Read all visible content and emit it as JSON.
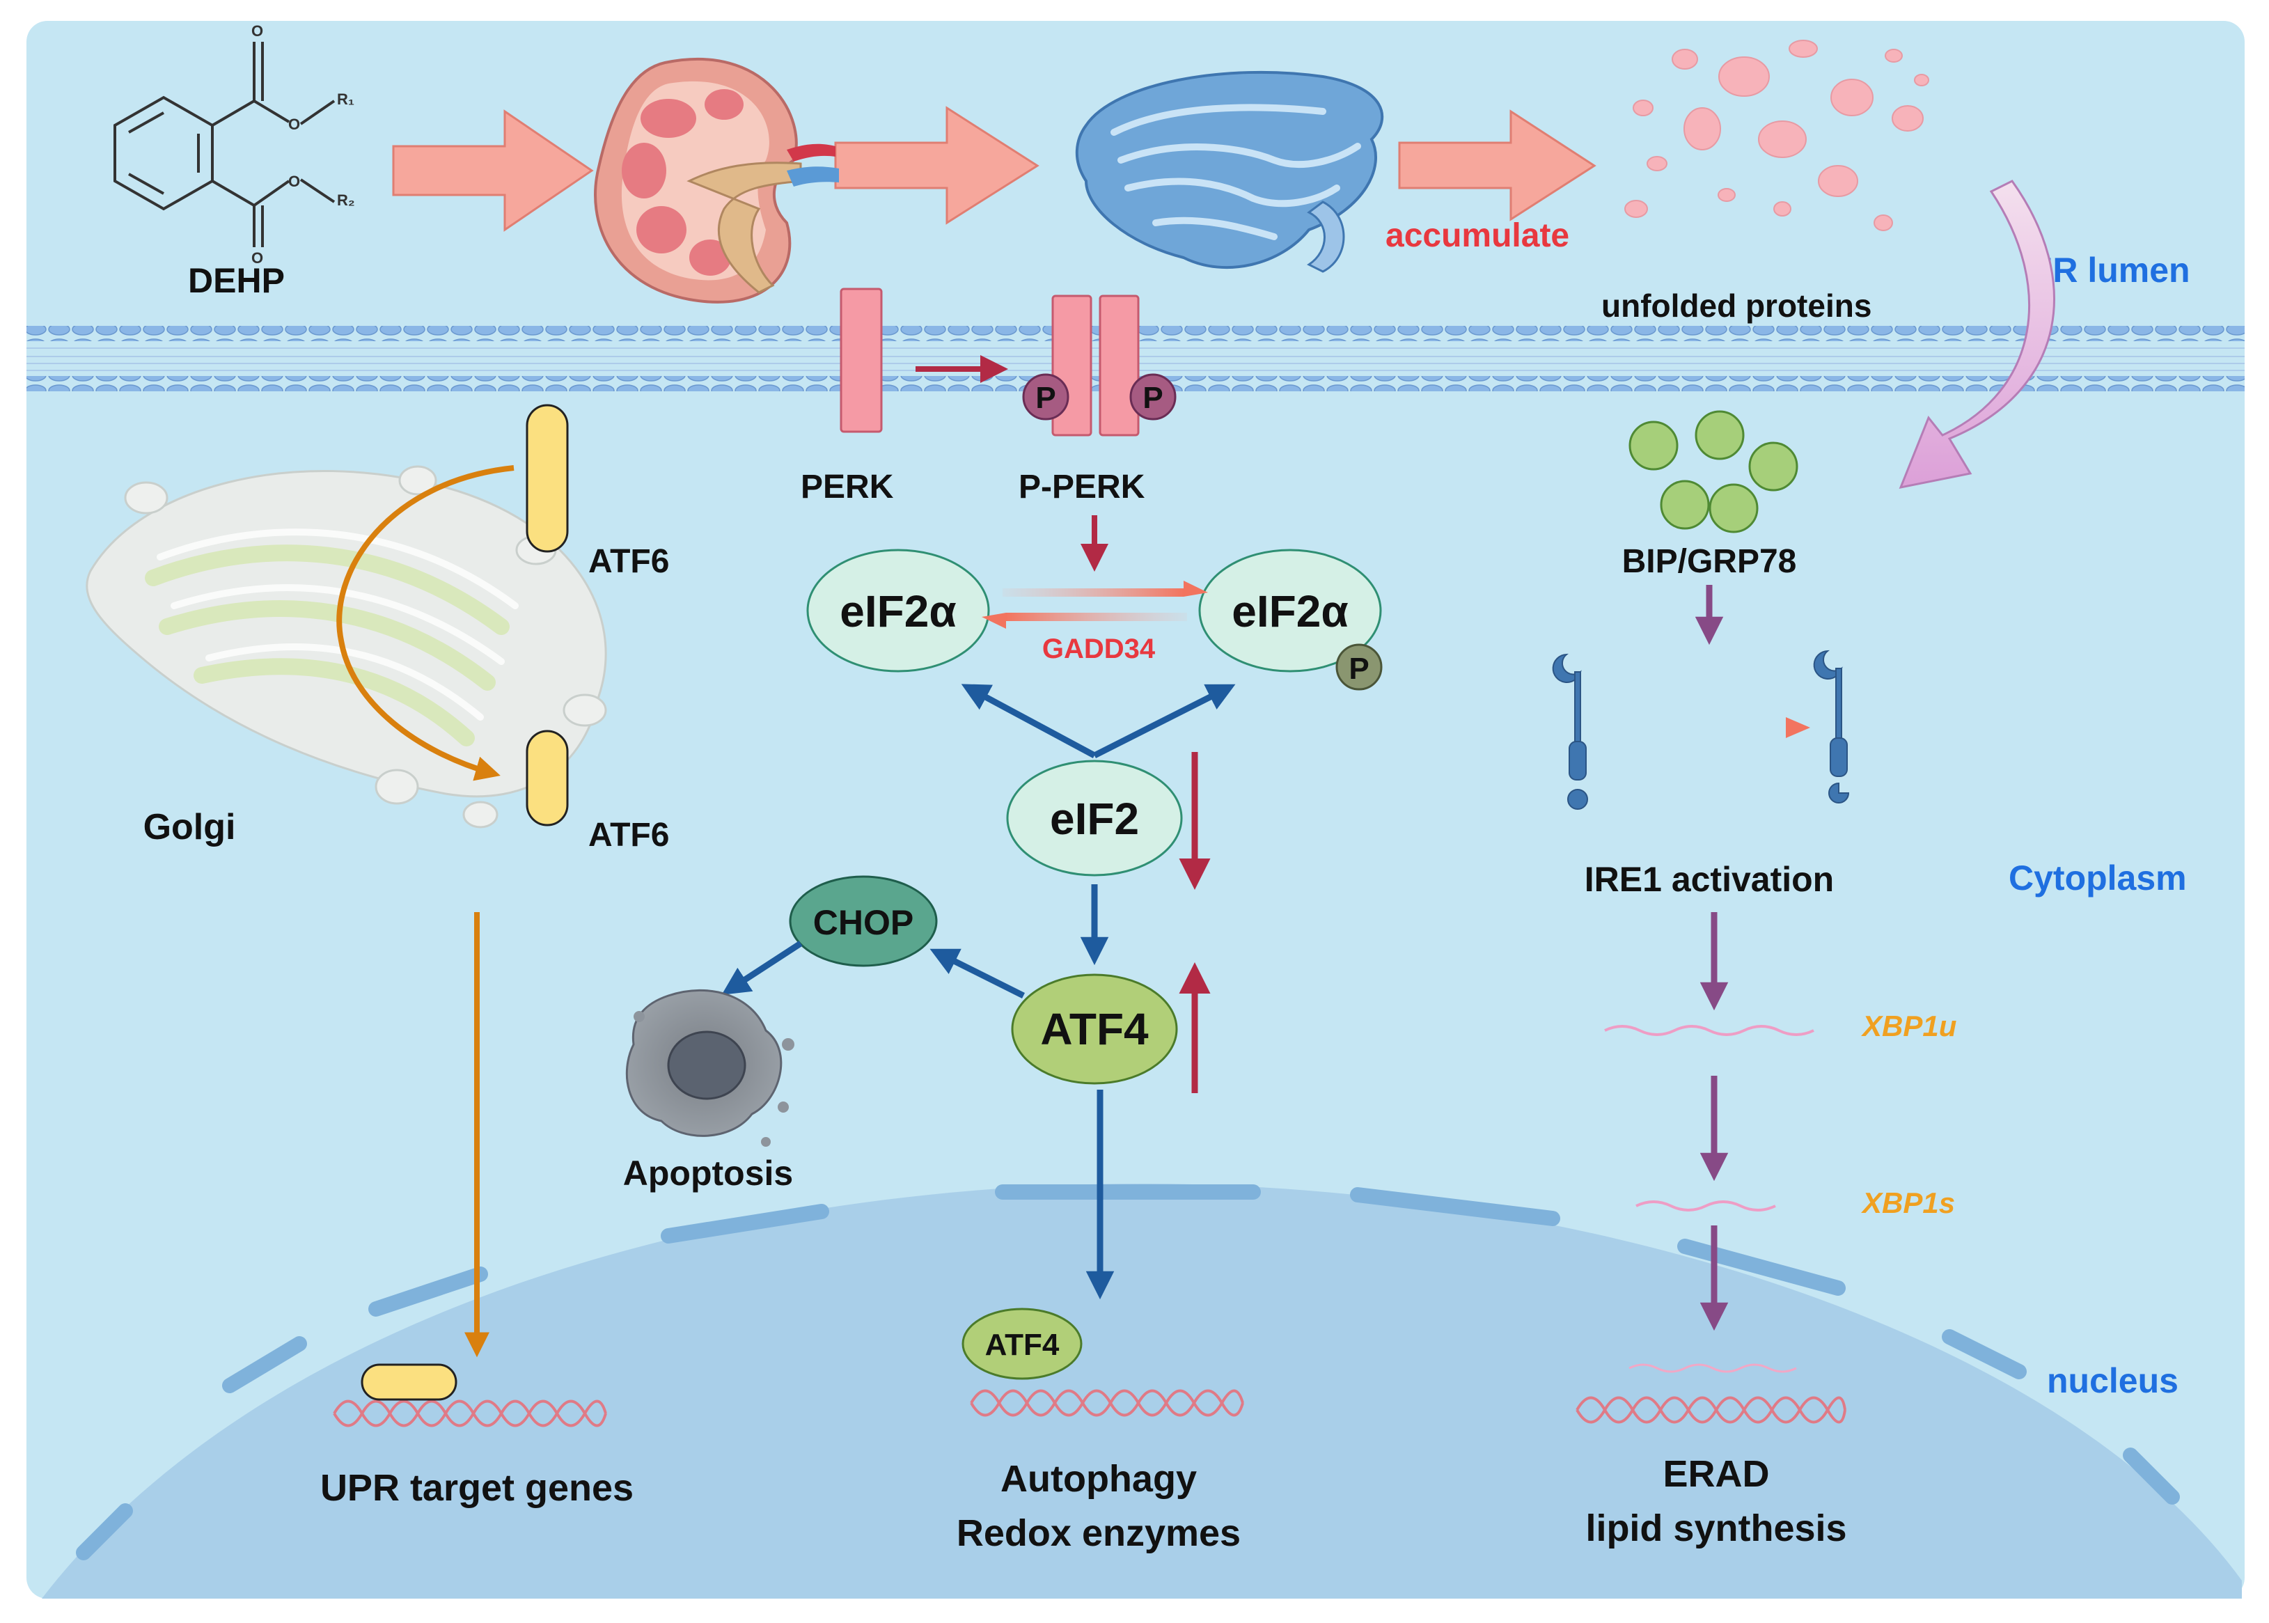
{
  "labels": {
    "dehp": "DEHP",
    "r1": "R₁",
    "r2": "R₂",
    "accumulate": "accumulate",
    "unfolded": "unfolded proteins",
    "er_lumen": "ER lumen",
    "perk": "PERK",
    "p_perk": "P-PERK",
    "p": "P",
    "atf6_top": "ATF6",
    "atf6_mid": "ATF6",
    "golgi": "Golgi",
    "eif2a_left": "eIF2α",
    "eif2a_right": "eIF2α",
    "gadd34": "GADD34",
    "eif2": "eIF2",
    "chop": "CHOP",
    "atf4": "ATF4",
    "atf4_small": "ATF4",
    "apoptosis": "Apoptosis",
    "bip": "BIP/GRP78",
    "ire1": "IRE1 activation",
    "cytoplasm": "Cytoplasm",
    "xbp1u": "XBP1u",
    "xbp1s": "XBP1s",
    "nucleus": "nucleus",
    "upr": "UPR target genes",
    "autophagy": "Autophagy",
    "redox": "Redox enzymes",
    "erad": "ERAD",
    "lipid": "lipid synthesis"
  },
  "colors": {
    "background": "#c5e6f3",
    "nucleus": "#a9cfe9",
    "block_arrow": "#f6a79c",
    "red_arrow": "#b22a45",
    "blue_arrow": "#1e5b9e",
    "orange_arrow": "#d9800e",
    "purple_arrow": "#874a86",
    "red_text": "#e8383f",
    "blue_text": "#1f6fe0",
    "orange_text": "#f0a020"
  }
}
